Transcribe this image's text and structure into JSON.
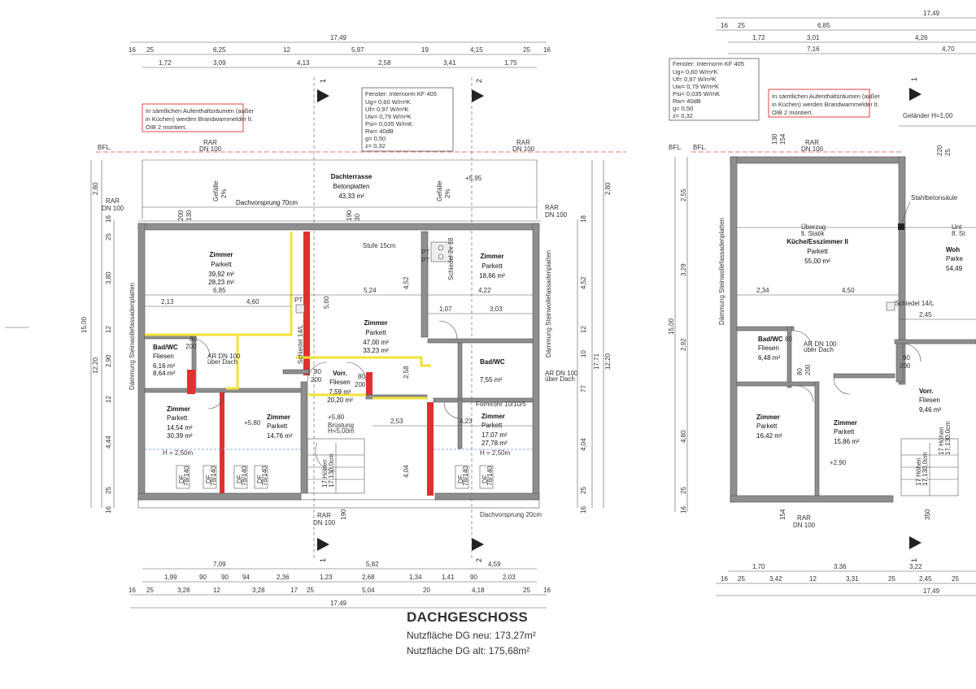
{
  "title": "DACHGESCHOSS",
  "area_new_label": "Nutzfläche DG neu:",
  "area_new_value": "173,27m²",
  "area_old_label": "Nutzfläche DG alt:",
  "area_old_value": "175,68m²",
  "window_note": [
    "Fenster: Internorm KF 405",
    "Ug= 0,60 W/m²K",
    "Uf= 0,97 W/m²K",
    "Uw= 0,79 W/m²K",
    "Psi= 0,035 W/mK",
    "Rw= 40dB",
    "g= 0,50",
    "z= 0,32"
  ],
  "smoke_note": [
    "In sämtlichen Aufenthaltsräumen (außer",
    "in Küchen) werden Brandwarnmelder lt.",
    "OIB 2 montiert."
  ],
  "left_rooms": [
    {
      "name": "Dachterrasse",
      "lines": [
        "Betonplatten",
        "43,33 m²"
      ]
    },
    {
      "name": "Zimmer",
      "lines": [
        "Parkett",
        "39,92 m²",
        "28,23 m²"
      ]
    },
    {
      "name": "Zimmer",
      "lines": [
        "Parkett",
        "18,66 m²"
      ]
    },
    {
      "name": "Zimmer",
      "lines": [
        "Parkett",
        "47,00 m²",
        "33,23 m²"
      ]
    },
    {
      "name": "Bad/WC",
      "lines": [
        "Fliesen",
        "6,16 m²",
        "8,64 m²"
      ]
    },
    {
      "name": "Bad/WC",
      "lines": [
        "7,55 m²"
      ]
    },
    {
      "name": "Vorr.",
      "lines": [
        "Fliesen",
        "7,59 m²",
        "20,20 m²"
      ]
    },
    {
      "name": "Zimmer",
      "lines": [
        "Parkett",
        "14,54 m²",
        "30,39 m²"
      ]
    },
    {
      "name": "Zimmer",
      "lines": [
        "Parkett",
        "14,76 m²"
      ]
    },
    {
      "name": "Zimmer",
      "lines": [
        "Parkett",
        "17,07 m²",
        "27,78 m²"
      ]
    }
  ],
  "right_rooms": [
    {
      "name": "Küche/Esszimmer II",
      "lines": [
        "Parkett",
        "55,00 m²"
      ]
    },
    {
      "name": "Bad/WC",
      "lines": [
        "Fliesen",
        "6,48 m²"
      ]
    },
    {
      "name": "Zimmer",
      "lines": [
        "Parkett",
        "16,42 m²"
      ]
    },
    {
      "name": "Zimmer",
      "lines": [
        "Parkett",
        "15,86 m²"
      ]
    },
    {
      "name": "Vorr.",
      "lines": [
        "Fliesen",
        "9,46 m²"
      ]
    },
    {
      "name": "Woh",
      "lines": [
        "Parke",
        "54,49"
      ]
    }
  ],
  "labels": {
    "rar": "RAR",
    "dn100": "DN 100",
    "bfl": "BFL.",
    "gefaelle": "Gefälle",
    "pct2": "2%",
    "dachvorsprung70": "Dachvorsprung 70cm",
    "dachvorsprung20": "Dachvorsprung 20cm",
    "stufe": "Stufe 15cm",
    "schiedel_2x18": "Schiedel 2x 18",
    "schiedel_14": "Schiedel 14/L",
    "schiedel_14_r": "Schiedel 14/L",
    "daemmung": "Dämmung Steinwollefassadenplatten",
    "formrohr": "Formrohr 10/10/5",
    "ar_dn": "AR DN 100",
    "ueber_dach": "über Dach",
    "h250": "H = 2,50m",
    "pt": "PT",
    "df": "DF",
    "df_size": "78/140",
    "brustung": "Brüstung",
    "h500": "H=5,00m",
    "hoehen": "17 Höhen",
    "hoehen_dim": "17,130,0cm",
    "stahlbetonsaeule": "Stahlbetonsäule",
    "ueberzug": "Überzug",
    "lt_statik": "lt. Statik",
    "gelaender": "Geländer H=1,00",
    "lev_595": "+5,95",
    "lev_580": "+5,80",
    "lev_290": "+2,90",
    "sec1": "1",
    "sec2": "2",
    "unt": "Unt",
    "st": "8. St"
  },
  "dims": {
    "top_total": "17,49",
    "top_row1": [
      "16",
      "25",
      "6,25",
      "12",
      "5,97",
      "19",
      "4,15",
      "25",
      "16"
    ],
    "top_row2": [
      "1,72",
      "3,09",
      "4,13",
      "2,58",
      "3,41",
      "1,75"
    ],
    "bot_row1": [
      "7,09",
      "5,82",
      "4,59"
    ],
    "bot_row2": [
      "1,99",
      "90",
      "90",
      "94",
      "2,36",
      "1,23",
      "2,68",
      "1,34",
      "1,41",
      "90",
      "2,03"
    ],
    "bot_row3": [
      "16",
      "25",
      "3,28",
      "12",
      "3,28",
      "17",
      "25",
      "5,04",
      "20",
      "4,18",
      "25",
      "16"
    ],
    "bot_total": "17,49",
    "left_v": [
      "2,80",
      "15,00",
      "12,20",
      "3,80",
      "2,90",
      "4,44",
      "25",
      "16",
      "12",
      "12"
    ],
    "right_v": [
      "2,80",
      "4,52",
      "17,71",
      "12,20",
      "4,04",
      "25",
      "16",
      "18",
      "12",
      "77",
      "10"
    ],
    "inner": [
      "6,85",
      "5,24",
      "4,22",
      "2,13",
      "4,60",
      "1,07",
      "3,03",
      "5,60",
      "4,52",
      "2,58",
      "4,04",
      "2,53",
      "4,23",
      "80",
      "200",
      "130",
      "350",
      "220",
      "190",
      "30"
    ],
    "r_top_total": "17,49",
    "r_top_row1": [
      "16",
      "25",
      "6,85",
      "4,26"
    ],
    "r_top_row2": [
      "1,72",
      "3,01"
    ],
    "r_top_row3": [
      "7,16",
      "4,70"
    ],
    "r_bot_row1": [
      "1,70",
      "3,36",
      "3,22"
    ],
    "r_bot_row2": [
      "16",
      "25",
      "3,42",
      "12",
      "3,31",
      "25",
      "2,45",
      "25"
    ],
    "r_bot_total": "17,49",
    "r_left_v": [
      "2,55",
      "3,29",
      "15,00",
      "2,92",
      "4,80",
      "25",
      "16"
    ],
    "r_inner": [
      "2,34",
      "4,50",
      "2,45",
      "90",
      "200",
      "80",
      "130",
      "154",
      "350",
      "220",
      "25"
    ]
  }
}
